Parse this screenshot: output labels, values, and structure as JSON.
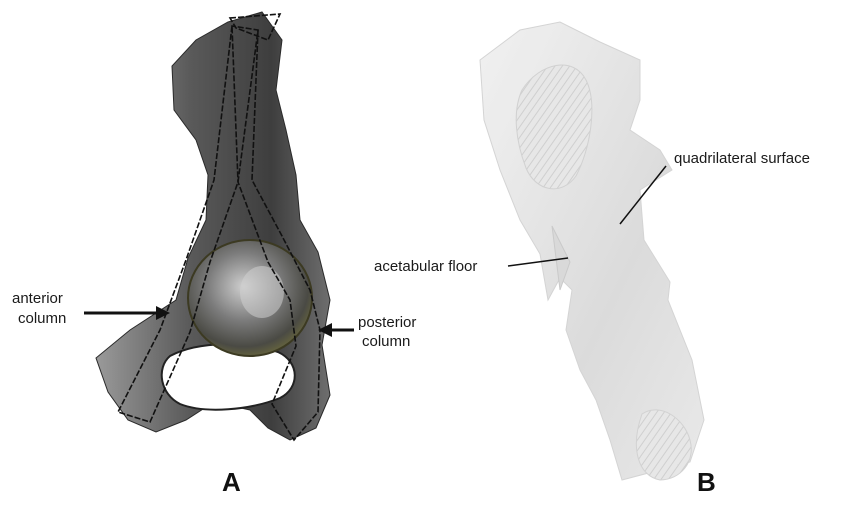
{
  "panel_a": {
    "label": "A",
    "annotations": {
      "anterior_column_line1": "anterior",
      "anterior_column_line2": "column",
      "posterior_column_line1": "posterior",
      "posterior_column_line2": "column"
    }
  },
  "panel_b": {
    "label": "B",
    "annotations": {
      "quadrilateral_surface": "quadrilateral surface",
      "acetabular_floor": "acetabular floor"
    }
  }
}
